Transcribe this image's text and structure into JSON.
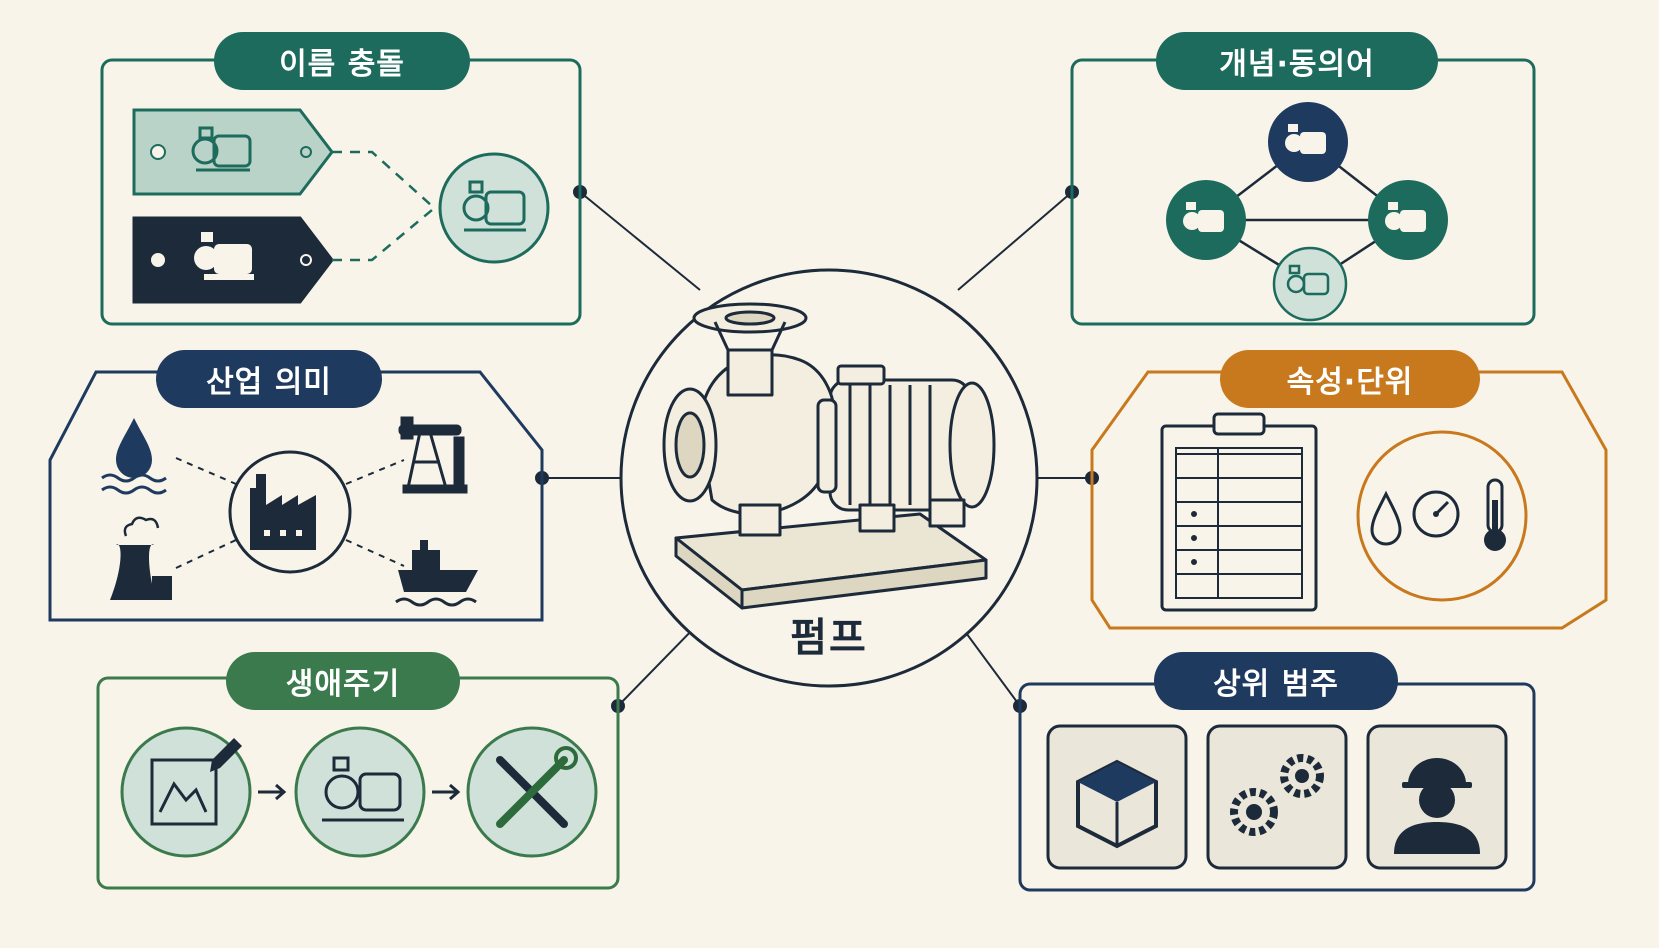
{
  "center": {
    "label": "펌프"
  },
  "panels": {
    "name_conflict": {
      "title": "이름 충돌",
      "color": "#1d6b5d"
    },
    "concept_synonym": {
      "title": "개념·동의어",
      "color": "#1d6b5d"
    },
    "industry_meaning": {
      "title": "산업 의미",
      "color": "#1f3a5f"
    },
    "attribute_unit": {
      "title": "속성·단위",
      "color": "#c9791d"
    },
    "lifecycle": {
      "title": "생애주기",
      "color": "#3b7a4c"
    },
    "parent_category": {
      "title": "상위 범주",
      "color": "#1f3a5f"
    }
  },
  "icons": {
    "name_conflict": [
      "tag-pump-icon",
      "tag-pump-icon",
      "pump-icon"
    ],
    "concept_synonym": [
      "pump-icon",
      "pump-icon",
      "pump-icon",
      "pump-icon"
    ],
    "industry_meaning": [
      "water-drop-icon",
      "oil-derrick-icon",
      "factory-icon",
      "power-plant-icon",
      "ship-icon"
    ],
    "attribute_unit": [
      "clipboard-icon",
      "drop-icon",
      "gauge-icon",
      "thermometer-icon"
    ],
    "lifecycle": [
      "blueprint-icon",
      "pump-icon",
      "tools-icon"
    ],
    "parent_category": [
      "box-icon",
      "gears-icon",
      "worker-icon"
    ]
  }
}
